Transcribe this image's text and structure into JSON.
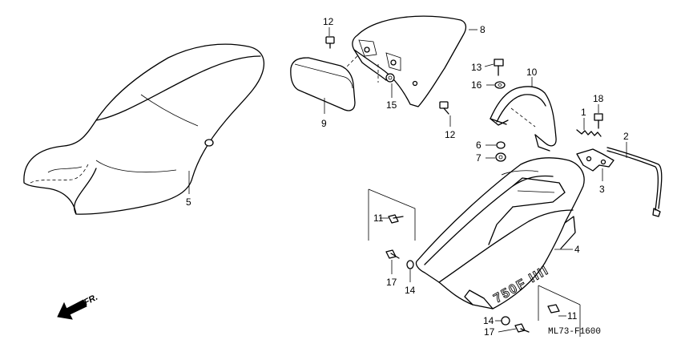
{
  "callouts": {
    "c1": "1",
    "c2": "2",
    "c3": "3",
    "c4": "4",
    "c5": "5",
    "c6": "6",
    "c7": "7",
    "c8": "8",
    "c9": "9",
    "c10": "10",
    "c11a": "11",
    "c11b": "11",
    "c12a": "12",
    "c12b": "12",
    "c13": "13",
    "c14a": "14",
    "c14b": "14",
    "c15": "15",
    "c16": "16",
    "c17a": "17",
    "c17b": "17",
    "c18": "18"
  },
  "front_indicator": "FR.",
  "drawing_code": "ML73-F1600"
}
